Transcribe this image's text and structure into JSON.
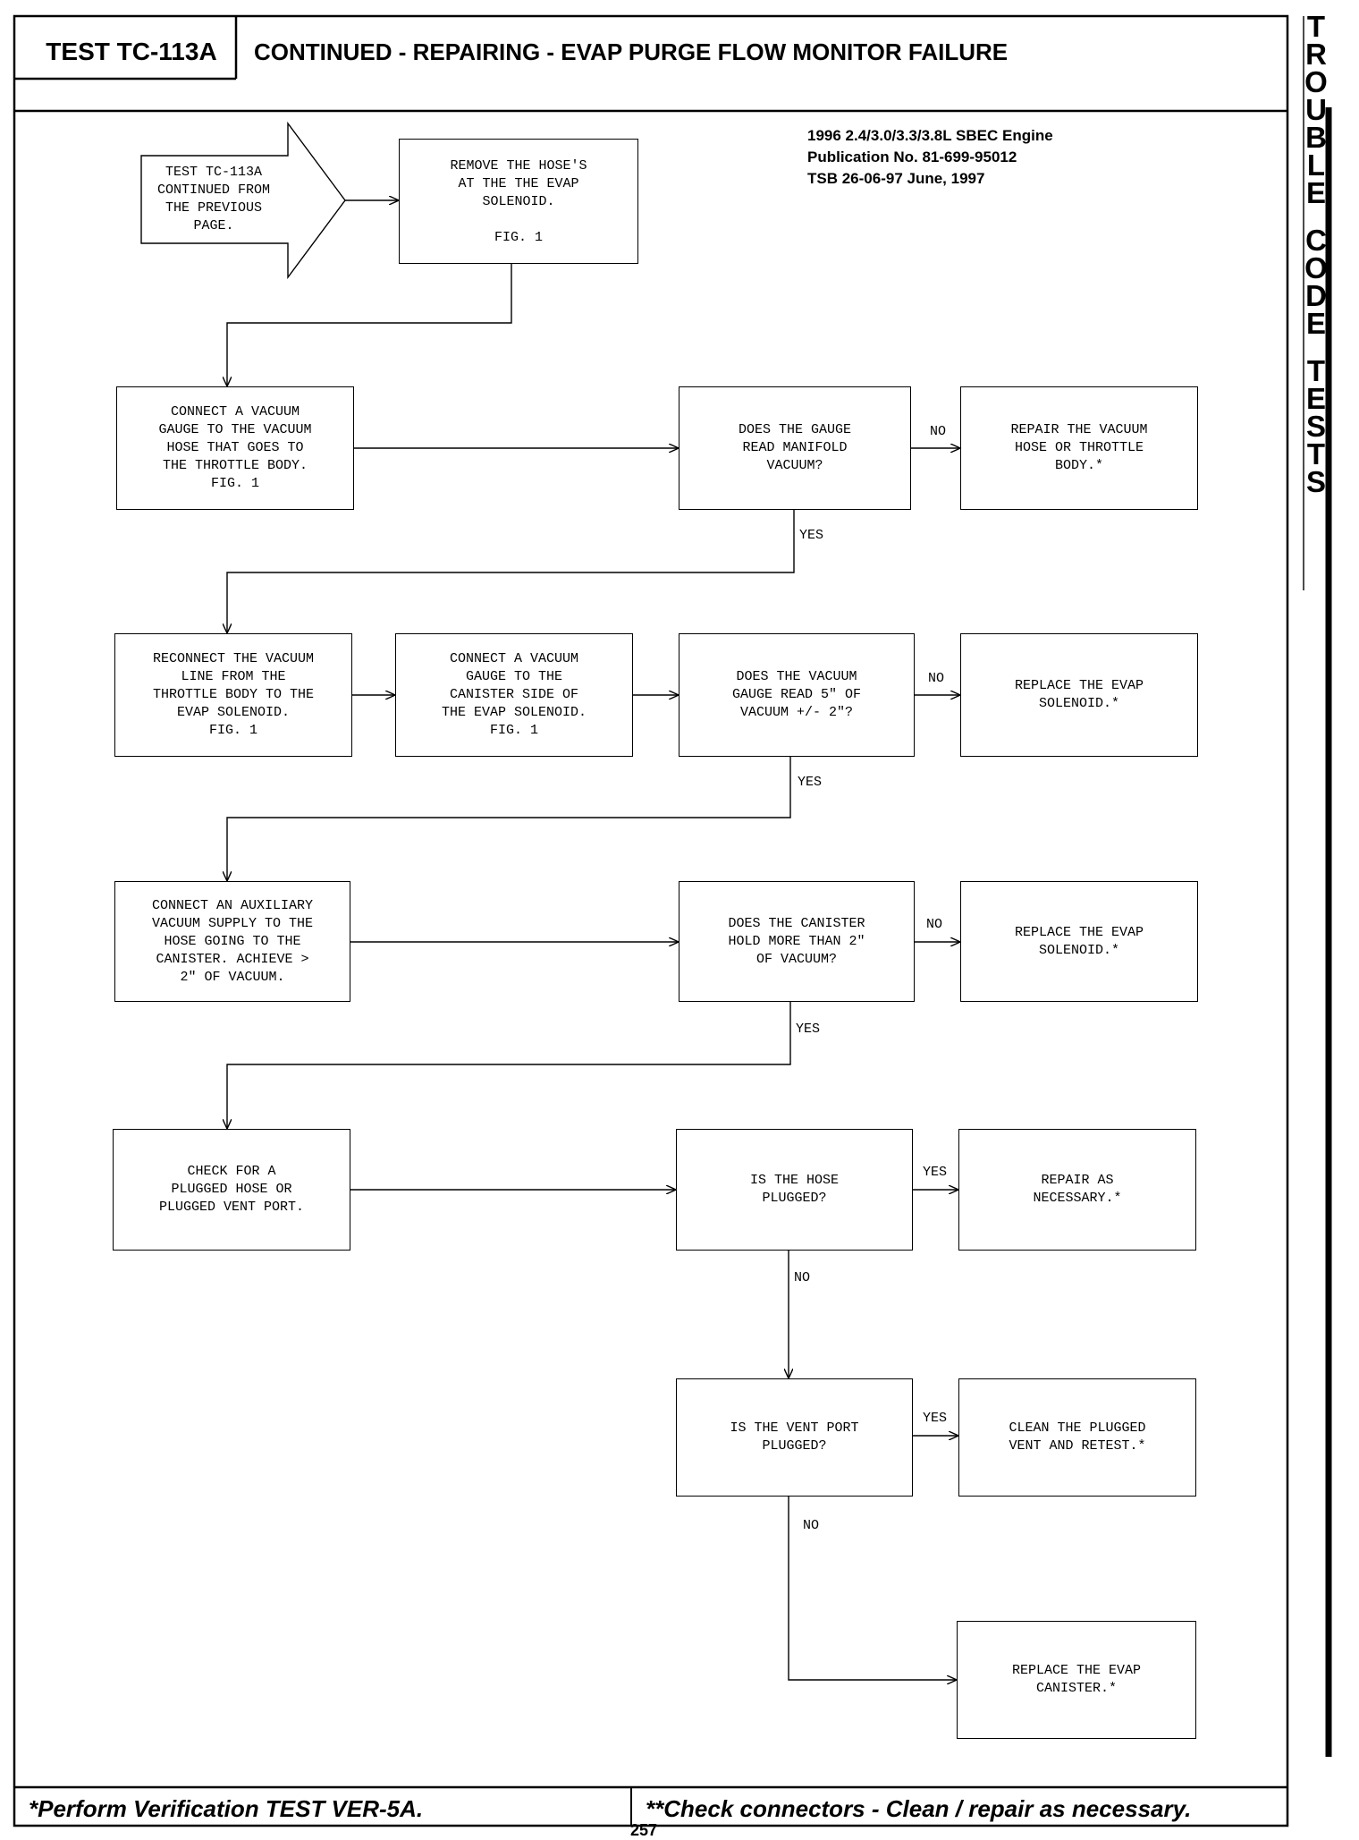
{
  "header": {
    "test_id": "TEST TC-113A",
    "title": "CONTINUED - REPAIRING - EVAP PURGE FLOW MONITOR FAILURE"
  },
  "meta": {
    "line1": "1996 2.4/3.0/3.3/3.8L SBEC Engine",
    "line2": "Publication No. 81-699-95012",
    "line3": "TSB 26-06-97   June, 1997"
  },
  "side_tab": [
    "T",
    "R",
    "O",
    "U",
    "B",
    "L",
    "E",
    "",
    "C",
    "O",
    "D",
    "E",
    "",
    "T",
    "E",
    "S",
    "T",
    "S"
  ],
  "flow": {
    "start": "TEST TC-113A\nCONTINUED FROM\nTHE PREVIOUS\nPAGE.",
    "remove_hoses": "REMOVE THE HOSE'S\nAT THE THE EVAP\nSOLENOID.\n\nFIG. 1",
    "connect_gauge_throttle": "CONNECT A VACUUM\nGAUGE TO THE VACUUM\nHOSE THAT GOES TO\nTHE THROTTLE BODY.\nFIG. 1",
    "q_manifold_vacuum": "DOES THE GAUGE\nREAD MANIFOLD\nVACUUM?",
    "repair_vacuum_hose": "REPAIR THE VACUUM\nHOSE OR THROTTLE\nBODY.*",
    "reconnect_line": "RECONNECT THE VACUUM\nLINE FROM THE\nTHROTTLE BODY TO THE\nEVAP SOLENOID.\nFIG. 1",
    "connect_gauge_canister": "CONNECT A VACUUM\nGAUGE TO THE\nCANISTER SIDE OF\nTHE EVAP SOLENOID.\nFIG. 1",
    "q_gauge_5in": "DOES THE VACUUM\nGAUGE READ 5\" OF\nVACUUM +/- 2\"?",
    "replace_solenoid_1": "REPLACE THE EVAP\nSOLENOID.*",
    "connect_aux_vacuum": "CONNECT AN AUXILIARY\nVACUUM SUPPLY TO THE\nHOSE GOING TO THE\nCANISTER. ACHIEVE >\n2\" OF VACUUM.",
    "q_canister_hold": "DOES THE CANISTER\nHOLD MORE THAN 2\"\nOF VACUUM?",
    "replace_solenoid_2": "REPLACE THE EVAP\nSOLENOID.*",
    "check_plugged": "CHECK FOR A\nPLUGGED HOSE OR\nPLUGGED VENT PORT.",
    "q_hose_plugged": "IS THE HOSE\nPLUGGED?",
    "repair_as_necessary": "REPAIR AS\nNECESSARY.*",
    "q_vent_plugged": "IS THE VENT PORT\nPLUGGED?",
    "clean_vent": "CLEAN THE PLUGGED\nVENT AND RETEST.*",
    "replace_canister": "REPLACE THE EVAP\nCANISTER.*"
  },
  "labels": {
    "no1": "NO",
    "yes1": "YES",
    "no2": "NO",
    "yes2": "YES",
    "no3": "NO",
    "yes3": "YES",
    "yes4": "YES",
    "no4": "NO",
    "yes5": "YES",
    "no5": "NO"
  },
  "footer": {
    "left": "*Perform Verification TEST VER-5A.",
    "right": "**Check connectors - Clean / repair as necessary."
  },
  "page_number": "257"
}
